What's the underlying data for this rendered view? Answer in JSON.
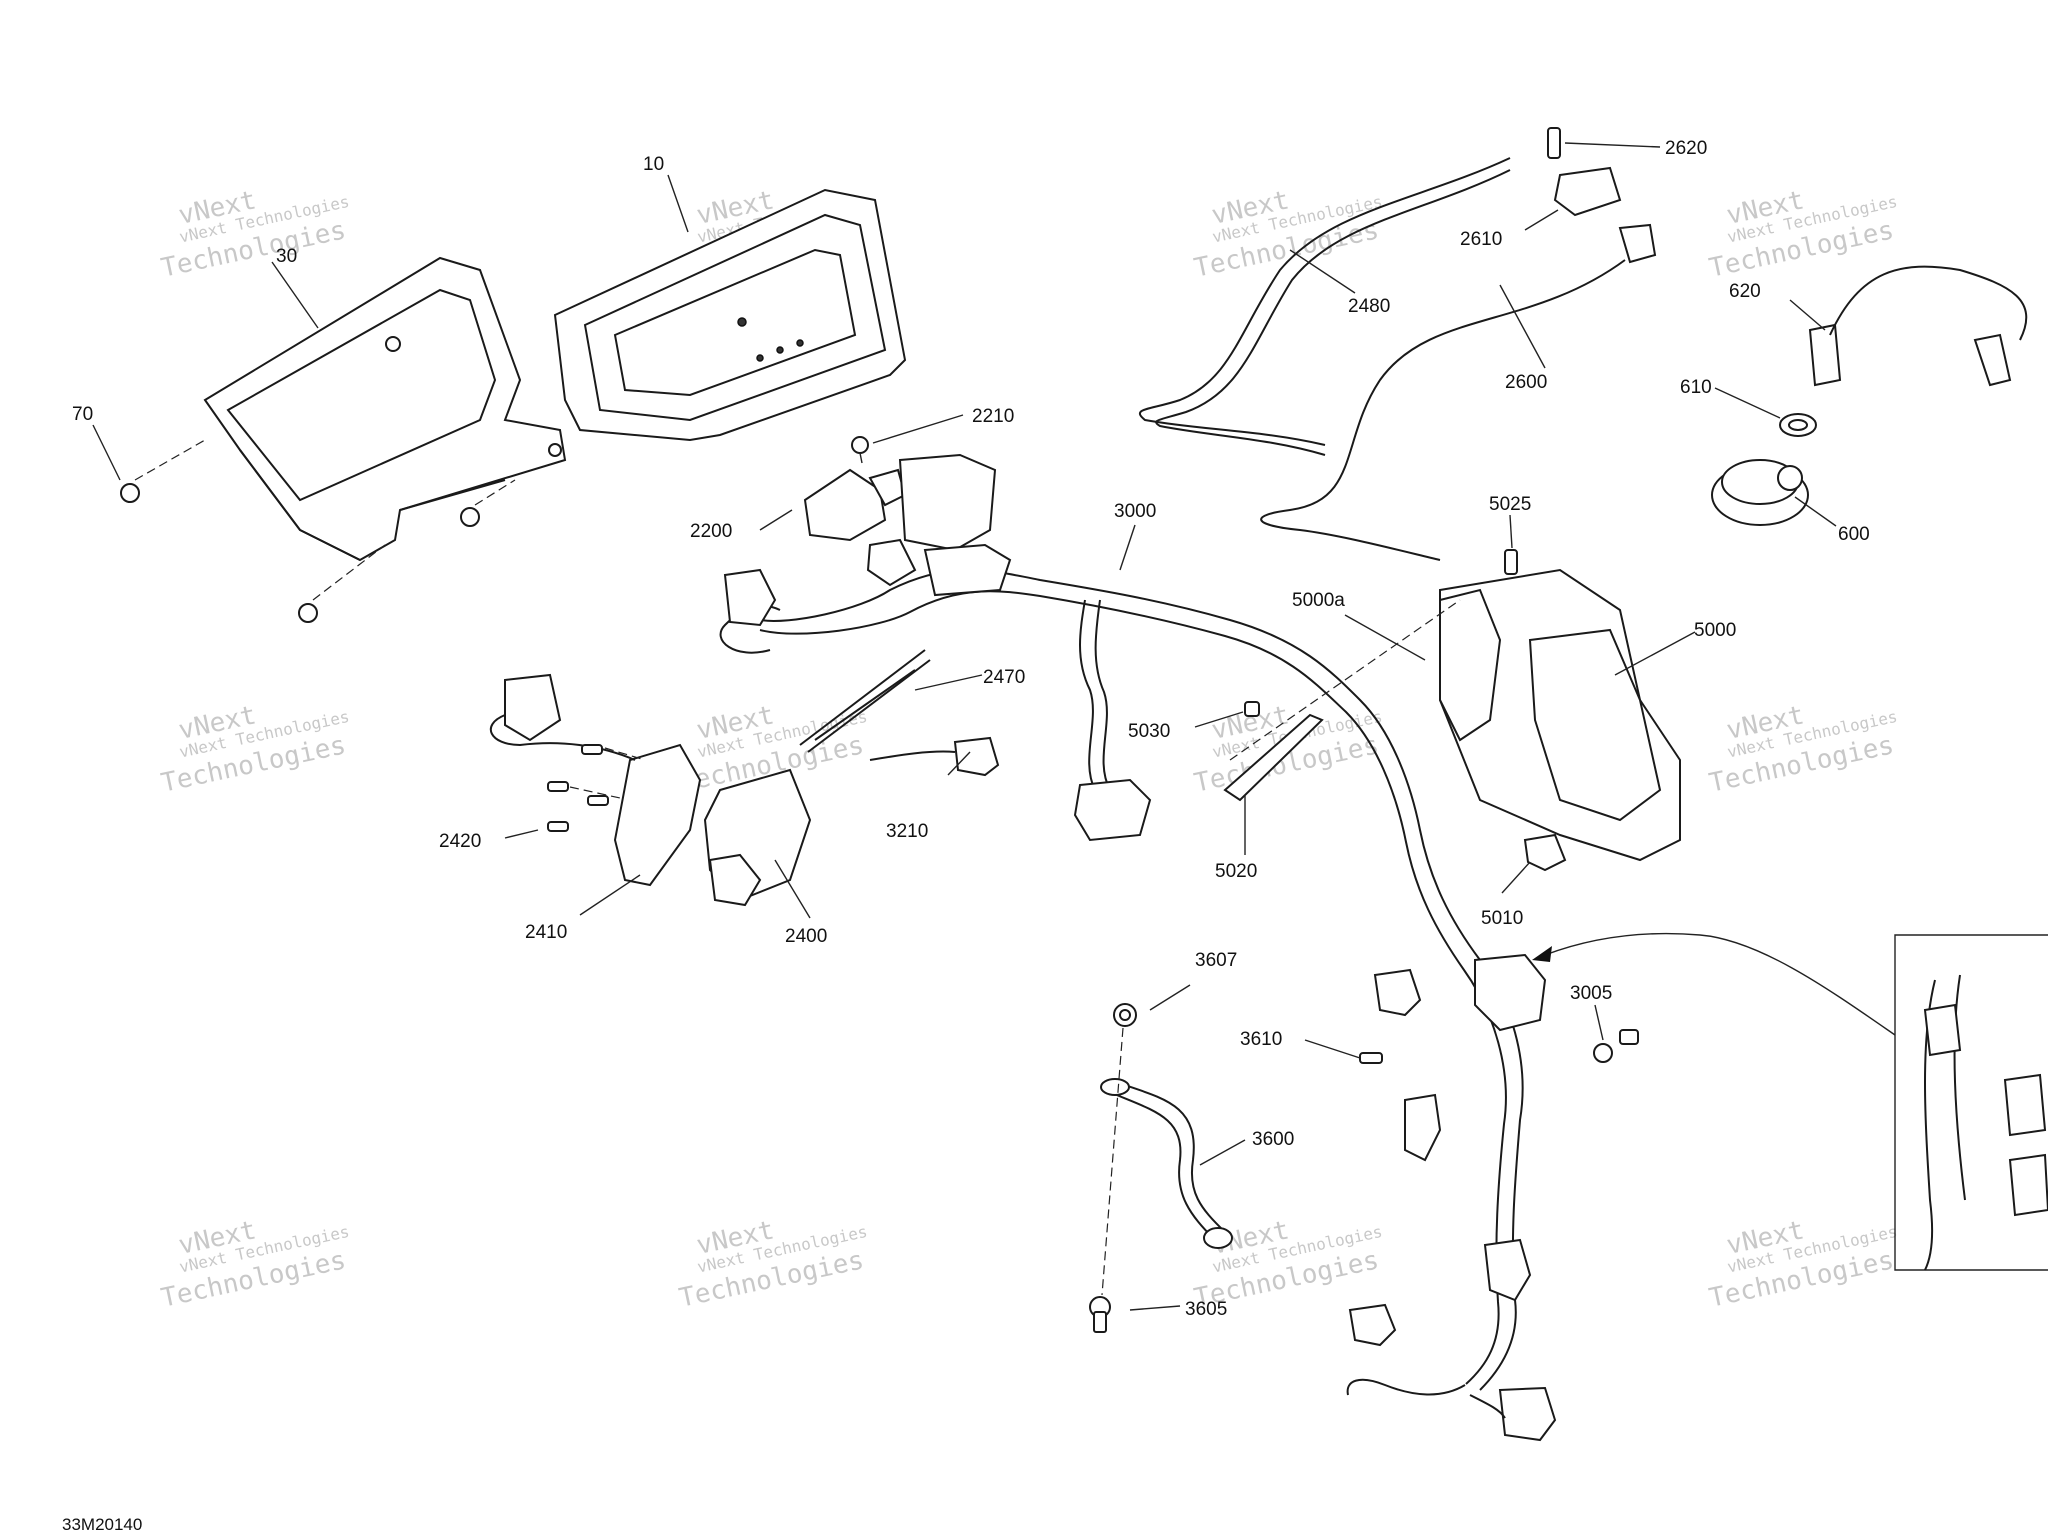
{
  "diagram_code": "33M20140",
  "watermark": {
    "line1": "vNext Technologies",
    "line2": "Technologies",
    "brand": "vNext"
  },
  "labels": [
    {
      "id": "10",
      "text": "10"
    },
    {
      "id": "30",
      "text": "30"
    },
    {
      "id": "70",
      "text": "70"
    },
    {
      "id": "2200",
      "text": "2200"
    },
    {
      "id": "2210",
      "text": "2210"
    },
    {
      "id": "3000",
      "text": "3000"
    },
    {
      "id": "2470",
      "text": "2470"
    },
    {
      "id": "3210",
      "text": "3210"
    },
    {
      "id": "2420",
      "text": "2420"
    },
    {
      "id": "2410",
      "text": "2410"
    },
    {
      "id": "2400",
      "text": "2400"
    },
    {
      "id": "2620",
      "text": "2620"
    },
    {
      "id": "2610",
      "text": "2610"
    },
    {
      "id": "2480",
      "text": "2480"
    },
    {
      "id": "2600",
      "text": "2600"
    },
    {
      "id": "620",
      "text": "620"
    },
    {
      "id": "610",
      "text": "610"
    },
    {
      "id": "600",
      "text": "600"
    },
    {
      "id": "5025",
      "text": "5025"
    },
    {
      "id": "5000a",
      "text": "5000a"
    },
    {
      "id": "5000",
      "text": "5000"
    },
    {
      "id": "5030",
      "text": "5030"
    },
    {
      "id": "5020",
      "text": "5020"
    },
    {
      "id": "5010",
      "text": "5010"
    },
    {
      "id": "3607",
      "text": "3607"
    },
    {
      "id": "3610",
      "text": "3610"
    },
    {
      "id": "3005",
      "text": "3005"
    },
    {
      "id": "3600",
      "text": "3600"
    },
    {
      "id": "3605",
      "text": "3605"
    }
  ]
}
